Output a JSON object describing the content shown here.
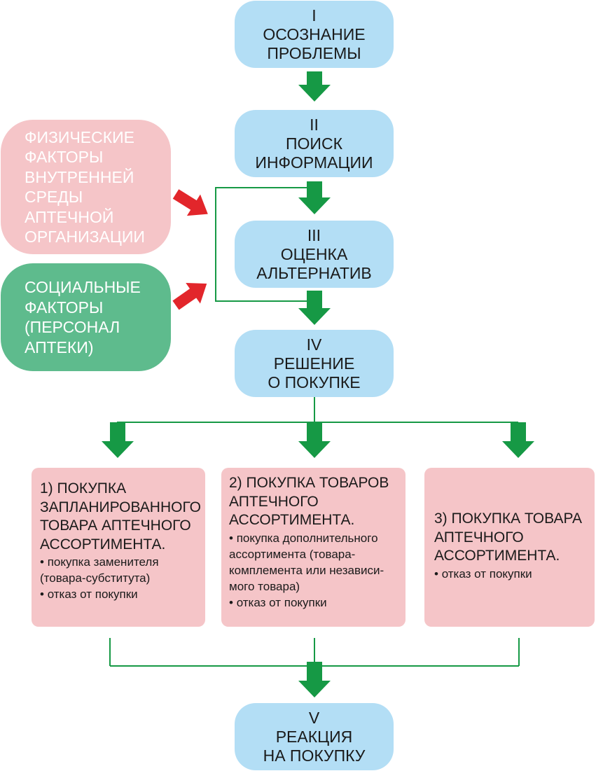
{
  "stages": [
    {
      "id": "I",
      "lines": [
        "I",
        "ОСОЗНАНИЕ",
        "ПРОБЛЕМЫ"
      ]
    },
    {
      "id": "II",
      "lines": [
        "II",
        "ПОИСК",
        "ИНФОРМАЦИИ"
      ]
    },
    {
      "id": "III",
      "lines": [
        "III",
        "ОЦЕНКА",
        "АЛЬТЕРНАТИВ"
      ]
    },
    {
      "id": "IV",
      "lines": [
        "IV",
        "РЕШЕНИЕ",
        "О ПОКУПКЕ"
      ]
    },
    {
      "id": "V",
      "lines": [
        "V",
        "РЕАКЦИЯ",
        "НА ПОКУПКУ"
      ]
    }
  ],
  "factors": {
    "physical": {
      "lines": [
        "ФИЗИЧЕСКИЕ",
        "ФАКТОРЫ",
        "ВНУТРЕННЕЙ",
        "СРЕДЫ",
        "АПТЕЧНОЙ",
        "ОРГАНИЗАЦИИ"
      ]
    },
    "social": {
      "lines": [
        "СОЦИАЛЬНЫЕ",
        "ФАКТОРЫ",
        "(ПЕРСОНАЛ",
        "АПТЕКИ)"
      ]
    }
  },
  "outcomes": [
    {
      "heading": [
        "1) ПОКУПКА",
        "ЗАПЛАНИРОВАННОГО",
        "ТОВАРА АПТЕЧНОГО",
        "АССОРТИМЕНТА."
      ],
      "bullets": [
        [
          "покупка заменителя",
          "(товара-субститута)"
        ],
        [
          "отказ от покупки"
        ]
      ]
    },
    {
      "heading": [
        "2) ПОКУПКА ТОВАРОВ",
        "АПТЕЧНОГО",
        "АССОРТИМЕНТА."
      ],
      "bullets": [
        [
          "покупка дополнительного",
          "ассортимента (товара-",
          "комплемента или независи-",
          "мого товара)"
        ],
        [
          "отказ от покупки"
        ]
      ]
    },
    {
      "heading": [
        "3) ПОКУПКА ТОВАРА",
        "АПТЕЧНОГО",
        "АССОРТИМЕНТА."
      ],
      "bullets": [
        [
          "отказ от покупки"
        ]
      ]
    }
  ],
  "colors": {
    "stage_fill": "#b3def5",
    "pink_fill": "#f5c5c8",
    "social_fill": "#5ebb8d",
    "flow_arrow": "#169945",
    "influence_arrow": "#e2262b",
    "connector_line": "#169945"
  }
}
